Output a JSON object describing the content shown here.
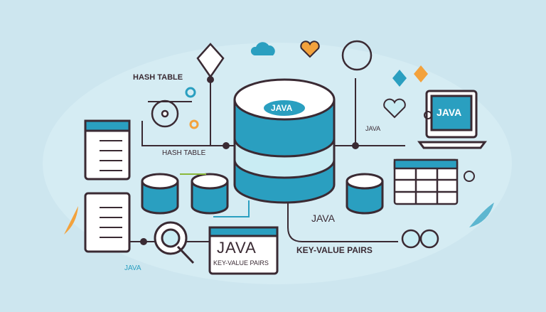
{
  "labels": {
    "hash_table_top": "HASH TABLE",
    "hash_table_mid": "HASH TABLE",
    "db_java": "JAVA",
    "small_java_right": "JAVA",
    "laptop_java": "JAVA",
    "java_mid": "JAVA",
    "java_bottom_left": "JAVA",
    "window_java": "JAVA",
    "window_kv": "KEY-VALUE PAIRS",
    "kv_pairs": "KEY-VALUE PAIRS"
  },
  "colors": {
    "background": "#cde6ef",
    "teal": "#2a9fc0",
    "outline": "#3a2a33",
    "orange": "#f3a23c",
    "green": "#8ab83a"
  }
}
